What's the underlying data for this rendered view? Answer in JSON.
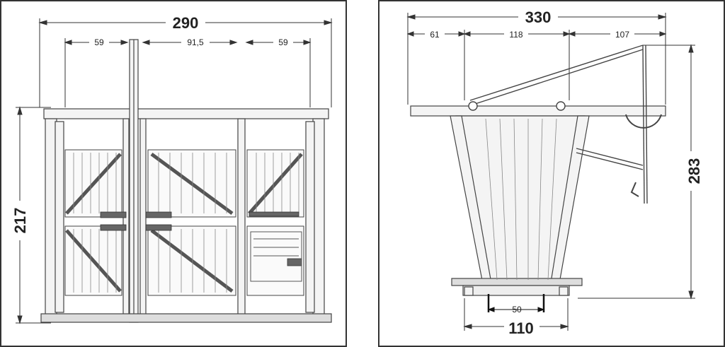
{
  "front_view": {
    "overall_width": "290",
    "segment_left": "59",
    "segment_middle": "91,5",
    "segment_right": "59",
    "overall_height": "217"
  },
  "side_view": {
    "overall_width": "330",
    "segment_left": "61",
    "segment_middle": "118",
    "segment_right": "107",
    "overall_height": "283",
    "base_width": "110",
    "floor_width": "50"
  },
  "colors": {
    "line": "#333333",
    "frame": "#555555",
    "fill": "#f4f4f4"
  }
}
